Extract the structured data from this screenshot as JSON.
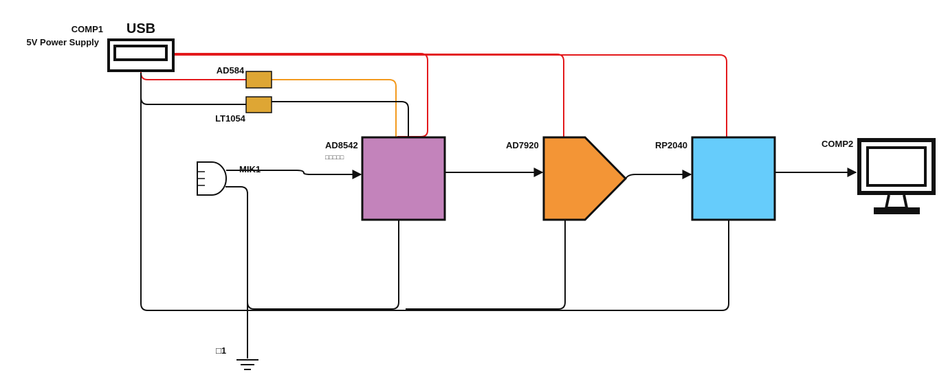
{
  "components": {
    "comp1": {
      "ref": "COMP1",
      "desc": "5V Power Supply",
      "title": "USB"
    },
    "ad584": {
      "ref": "AD584"
    },
    "lt1054": {
      "ref": "LT1054"
    },
    "mic": {
      "ref": "MIK1"
    },
    "opamp": {
      "ref": "AD8542",
      "sub": "□□□□□"
    },
    "adc": {
      "ref": "AD7920"
    },
    "mcu": {
      "ref": "RP2040"
    },
    "comp2": {
      "ref": "COMP2"
    },
    "ground": {
      "ref": "□1"
    }
  },
  "colors": {
    "power": "#e3191c",
    "reference": "#f39a1e",
    "ground_wire": "#111111",
    "opamp_fill": "#c383bb",
    "adc_fill": "#f39536",
    "mcu_fill": "#66ccfb",
    "regulator_fill": "#dea634"
  }
}
